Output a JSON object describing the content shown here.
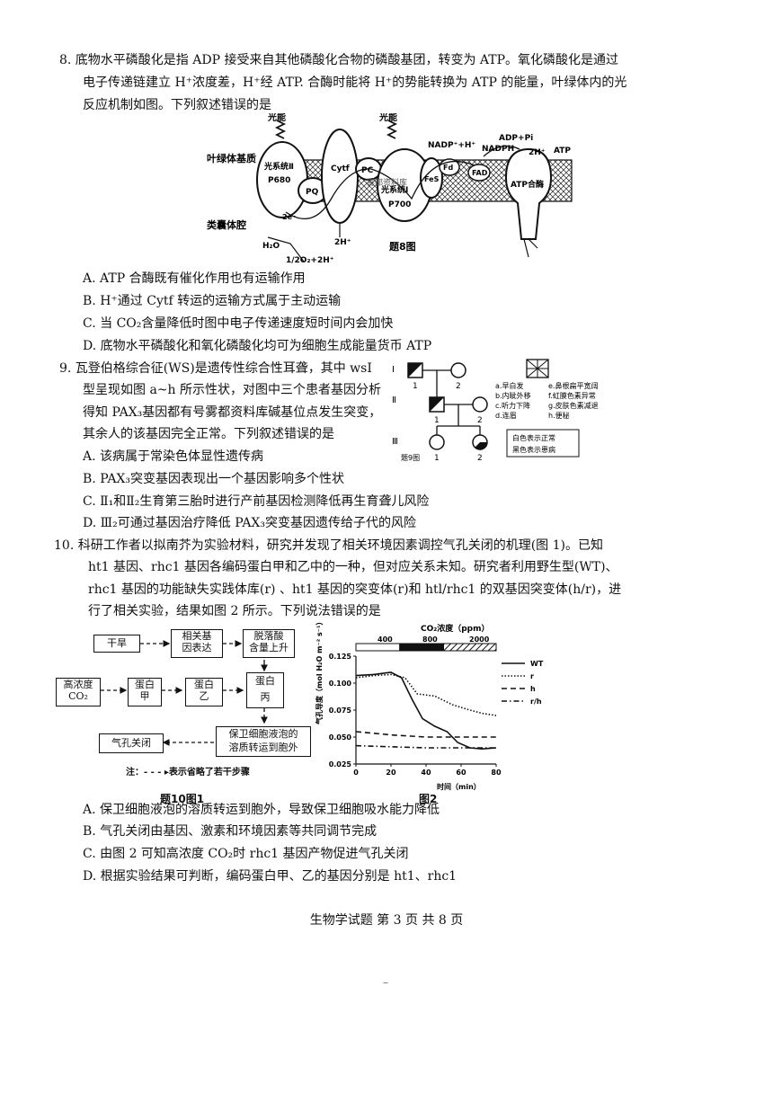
{
  "q8": {
    "stem": [
      "8. 底物水平磷酸化是指 ADP  接受来自其他磷酸化合物的磷酸基团，转变为 ATP。氧化磷酸化是通过",
      "电子传递链建立 H⁺浓度差，H⁺经 ATP. 合酶时能将 H⁺的势能转换为 ATP  的能量，叶绿体内的光",
      "反应机制如图。下列叙述错误的是"
    ],
    "figure": {
      "light1": "光能",
      "light2": "光能",
      "stroma": "叶绿体基质",
      "lumen": "类囊体腔",
      "ps2": "光系统Ⅱ",
      "p680": "P680",
      "pq": "PQ",
      "cytf": "Cytf",
      "pc": "PC",
      "ps1": "光系统Ⅰ",
      "p700": "P700",
      "fes": "FeS",
      "fd": "Fd",
      "fad": "FAD",
      "atpsynthase": "ATP合酶",
      "nadp": "NADP⁺+H⁺",
      "nadph": "NADPH",
      "adppi": "ADP+Pi",
      "h2": "2H⁺",
      "atp": "ATP",
      "e": "2e⁻",
      "h2o": "H₂O",
      "o2": "1/2O₂+2H⁺",
      "h2b": "2H⁺",
      "caption": "题8图",
      "watermark": "雾都资料库"
    },
    "options": [
      "A.   ATP  合酶既有催化作用也有运输作用",
      "B. H⁺通过  Cytf 转运的运输方式属于主动运输",
      "C. 当 CO₂含量降低时图中电子传递速度短时间内会加快",
      "D. 底物水平磷酸化和氧化磷酸化均可为细胞生成能量货币 ATP"
    ]
  },
  "q9": {
    "stem": [
      "9. 瓦登伯格综合征(WS)是遗传性综合性耳聋，其中 wsI",
      "型呈现如图 a~h 所示性状，对图中三个患者基因分析",
      "得知 PAX₃基因都有号雾都资料库碱基位点发生突变，",
      "其余人的该基因完全正常。下列叙述错误的是"
    ],
    "figure": {
      "gen1": "Ⅰ",
      "gen2": "Ⅱ",
      "gen3": "Ⅲ",
      "caption": "题9图",
      "n1": "1",
      "n2": "2",
      "traits": [
        "a.早白发",
        "b.内眦外移",
        "c.听力下降",
        "d.连眉",
        "e.鼻根扁平宽阔",
        "f.虹膜色素异常",
        "g.皮肤色素减退",
        "h.便秘"
      ],
      "legend_normal": "白色表示正常",
      "legend_patient": "黑色表示患病"
    },
    "options": [
      "A. 该病属于常染色体显性遗传病",
      "B.   PAX₃突变基因表现出一个基因影响多个性状",
      "C. Ⅱ₁和Ⅱ₂生育第三胎时进行产前基因检测降低再生育聋儿风险",
      "D.   Ⅲ₂可通过基因治疗降低  PAX₃突变基因遗传给子代的风险"
    ]
  },
  "q10": {
    "stem": [
      "10. 科研工作者以拟南芥为实验材料，研究并发现了相关环境因素调控气孔关闭的机理(图 1)。已知",
      "ht1 基因、rhc1 基因各编码蛋白甲和乙中的一种，但对应关系未知。研究者利用野生型(WT)、",
      "rhc1 基因的功能缺失实践体库(r)  、ht1  基因的突变体(r)和  htl/rhc1 的双基因突变体(h/r)，进",
      "行了相关实验，结果如图 2 所示。下列说法错误的是"
    ],
    "fig1": {
      "drought": "干旱",
      "gene_expr": "相关基\n因表达",
      "aba": "脱落酸\n含量上升",
      "co2": "高浓度\nCO₂",
      "protA": "蛋白\n甲",
      "protB": "蛋白\n乙",
      "protC": "蛋白\n丙",
      "close": "气孔关闭",
      "solute": "保卫细胞液泡的\n溶质转运到胞外",
      "note": "注：- - - ▸表示省略了若干步骤",
      "caption": "题10图1"
    },
    "fig2": {
      "caption": "图2"
    },
    "options": [
      "A. 保卫细胞液泡的溶质转运到胞外，导致保卫细胞吸水能力降低",
      "B. 气孔关闭由基因、激素和环境因素等共同调节完成",
      "C. 由图 2 可知高浓度 CO₂时 rhc1 基因产物促进气孔关闭",
      "D. 根据实验结果可判断，编码蛋白甲、乙的基因分别是  ht1、rhc1"
    ]
  },
  "footer": "生物学试题    第 3 页    共 8 页",
  "bottom_mark": "–",
  "chart_data": {
    "type": "line",
    "title": "CO₂浓度（ppm）",
    "co2_segments": [
      "400",
      "800",
      "2000"
    ],
    "xlabel": "时间（min）",
    "ylabel": "气孔导度（mol H₂O m⁻² s⁻¹）",
    "xlim": [
      0,
      80
    ],
    "ylim": [
      0.025,
      0.125
    ],
    "xticks": [
      0,
      20,
      40,
      60,
      80
    ],
    "yticks": [
      0.025,
      0.05,
      0.075,
      0.1,
      0.125
    ],
    "series": [
      {
        "name": "WT",
        "style": "solid",
        "x": [
          0,
          10,
          20,
          26,
          32,
          38,
          45,
          52,
          58,
          65,
          72,
          80
        ],
        "y": [
          0.107,
          0.108,
          0.11,
          0.105,
          0.085,
          0.067,
          0.06,
          0.055,
          0.045,
          0.04,
          0.039,
          0.04
        ]
      },
      {
        "name": "r",
        "style": "dotted",
        "x": [
          0,
          10,
          20,
          28,
          35,
          45,
          55,
          65,
          72,
          80
        ],
        "y": [
          0.105,
          0.107,
          0.108,
          0.105,
          0.09,
          0.088,
          0.08,
          0.075,
          0.072,
          0.07
        ]
      },
      {
        "name": "h",
        "style": "dashed",
        "x": [
          0,
          20,
          40,
          60,
          80
        ],
        "y": [
          0.055,
          0.052,
          0.05,
          0.05,
          0.05
        ]
      },
      {
        "name": "r/h",
        "style": "dashdot",
        "x": [
          0,
          20,
          40,
          60,
          80
        ],
        "y": [
          0.042,
          0.041,
          0.04,
          0.04,
          0.04
        ]
      }
    ]
  }
}
